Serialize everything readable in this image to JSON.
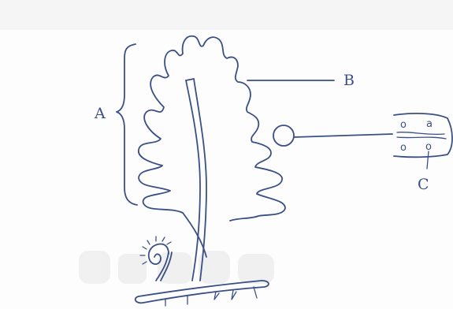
{
  "labels": {
    "a": "A",
    "b": "B",
    "c": "C"
  },
  "sorus_inset_glyphs": {
    "top_left": "o",
    "top_right": "a",
    "bottom_left": "o",
    "bottom_right": "o"
  },
  "colors": {
    "ink": "#3a4f86",
    "paper": "#fdfdfd",
    "smudge": "#e6e6e6"
  }
}
